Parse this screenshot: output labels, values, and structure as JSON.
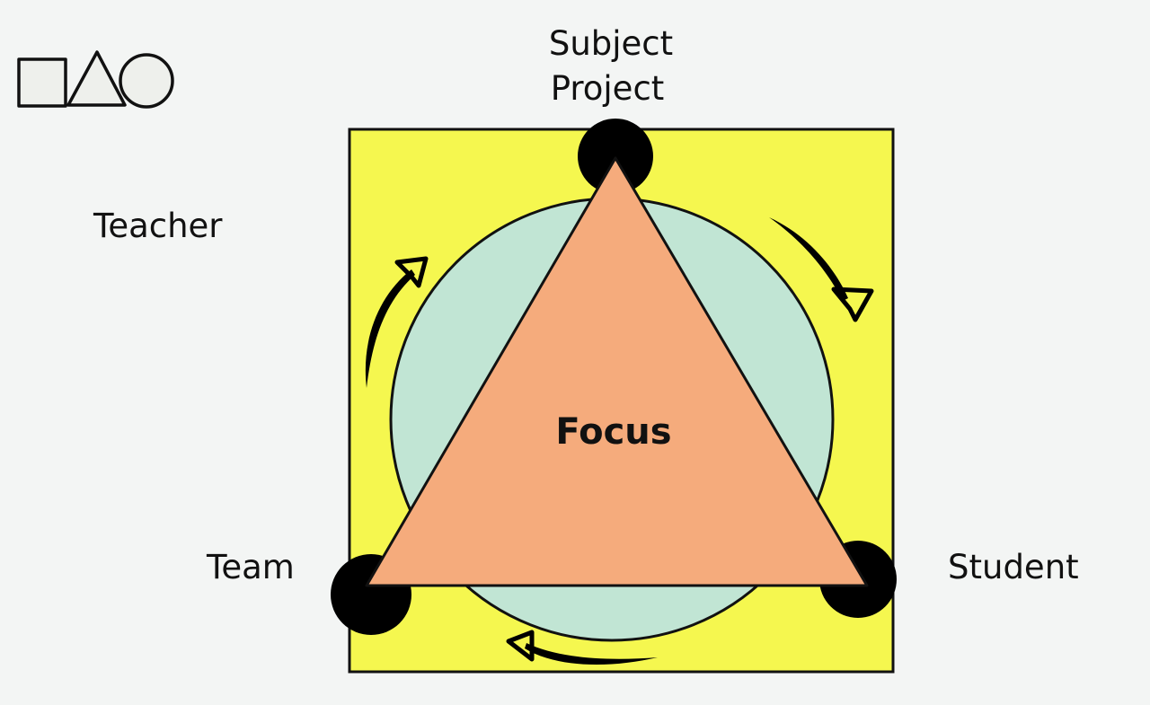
{
  "labels": {
    "top_line1": "Subject",
    "top_line2": "Project",
    "left": "Teacher",
    "bottom_left": "Team",
    "bottom_right": "Student",
    "center": "Focus"
  },
  "logo": {
    "icon": "square-triangle-circle-logo"
  },
  "colors": {
    "background": "#f3f5f4",
    "square": "#f5f74f",
    "circle": "#c1e5d4",
    "triangle": "#f5ab7c",
    "stroke": "#111111",
    "node": "#000000"
  },
  "icons": {
    "arrows": [
      "curved-arrow-up-right-icon",
      "curved-arrow-down-right-icon",
      "curved-arrow-left-icon"
    ]
  }
}
